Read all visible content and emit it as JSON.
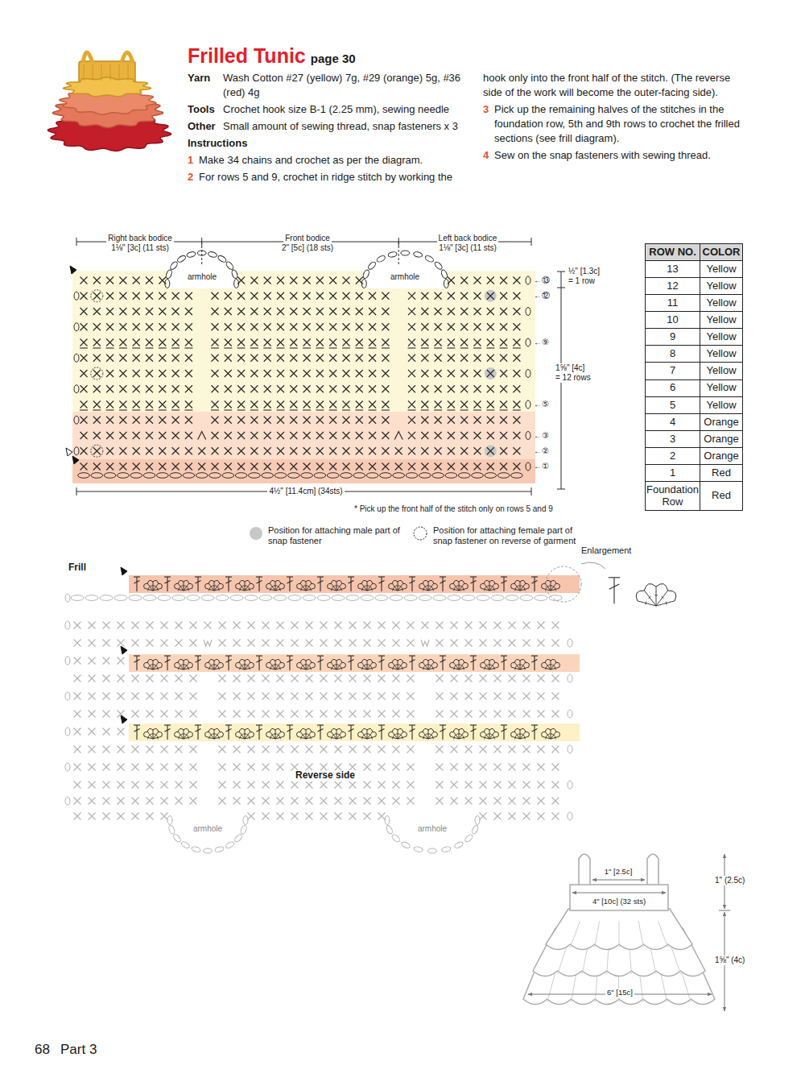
{
  "diagram": {
    "title": "Frilled Tunic",
    "labels": [
      "page 30",
      "Yarn",
      "Wash Cotton #27 (yellow) 7g, #29 (orange) 5g, #36 (red) 4g",
      "Tools",
      "Crochet hook size B-1 (2.25 mm), sewing needle",
      "Other",
      "Small amount of sewing thread, snap fasteners x 3",
      "Instructions",
      "1",
      "Make 34 chains and crochet as per the diagram.",
      "2",
      "For rows 5 and 9, crochet in ridge stitch by working the",
      "hook only into the front half of the stitch. (The reverse side of the work will become the outer-facing side).",
      "3",
      "Pick up the remaining halves of the stitches in the foundation row, 5th and 9th rows to crochet the frilled sections (see frill diagram).",
      "4",
      "Sew on the snap fasteners with sewing thread.",
      "Right back bodice",
      "1⅛\" [3c] (11 sts)",
      "Front bodice",
      "2\" [5c] (18 sts)",
      "Left back bodice",
      "1⅛\" [3c] (11 sts)",
      "armhole",
      "armhole",
      "½\" [1.3c]",
      "= 1 row",
      "1⅝\" [4c]",
      "= 12 rows",
      "4½\" [11.4cm] (34sts)",
      "* Pick up the front half of the stitch only on rows 5 and 9",
      "←⑬",
      "←⑫",
      "←⑨",
      "←⑤",
      "←③",
      "←②",
      "←①",
      "ROW NO.",
      "COLOR",
      "13",
      "Yellow",
      "12",
      "Yellow",
      "11",
      "Yellow",
      "10",
      "Yellow",
      "9",
      "Yellow",
      "8",
      "Yellow",
      "7",
      "Yellow",
      "6",
      "Yellow",
      "5",
      "Yellow",
      "4",
      "Orange",
      "3",
      "Orange",
      "2",
      "Orange",
      "1",
      "Red",
      "Foundation Row",
      "Red",
      "Frill",
      "Enlargement",
      "Reverse side",
      "armhole",
      "armhole",
      "1\" [2.5c]",
      "4\" [10c] (32 sts)",
      "1\" (2.5c)",
      "1⅝\" (4c)",
      "6\" [15c]",
      "68",
      "Part 3"
    ],
    "legend": [
      {
        "text": "Position for attaching male part of snap fastener",
        "color": "#c8c8c8"
      },
      {
        "text": "Position for attaching female part of snap fastener on reverse of garment"
      }
    ]
  }
}
